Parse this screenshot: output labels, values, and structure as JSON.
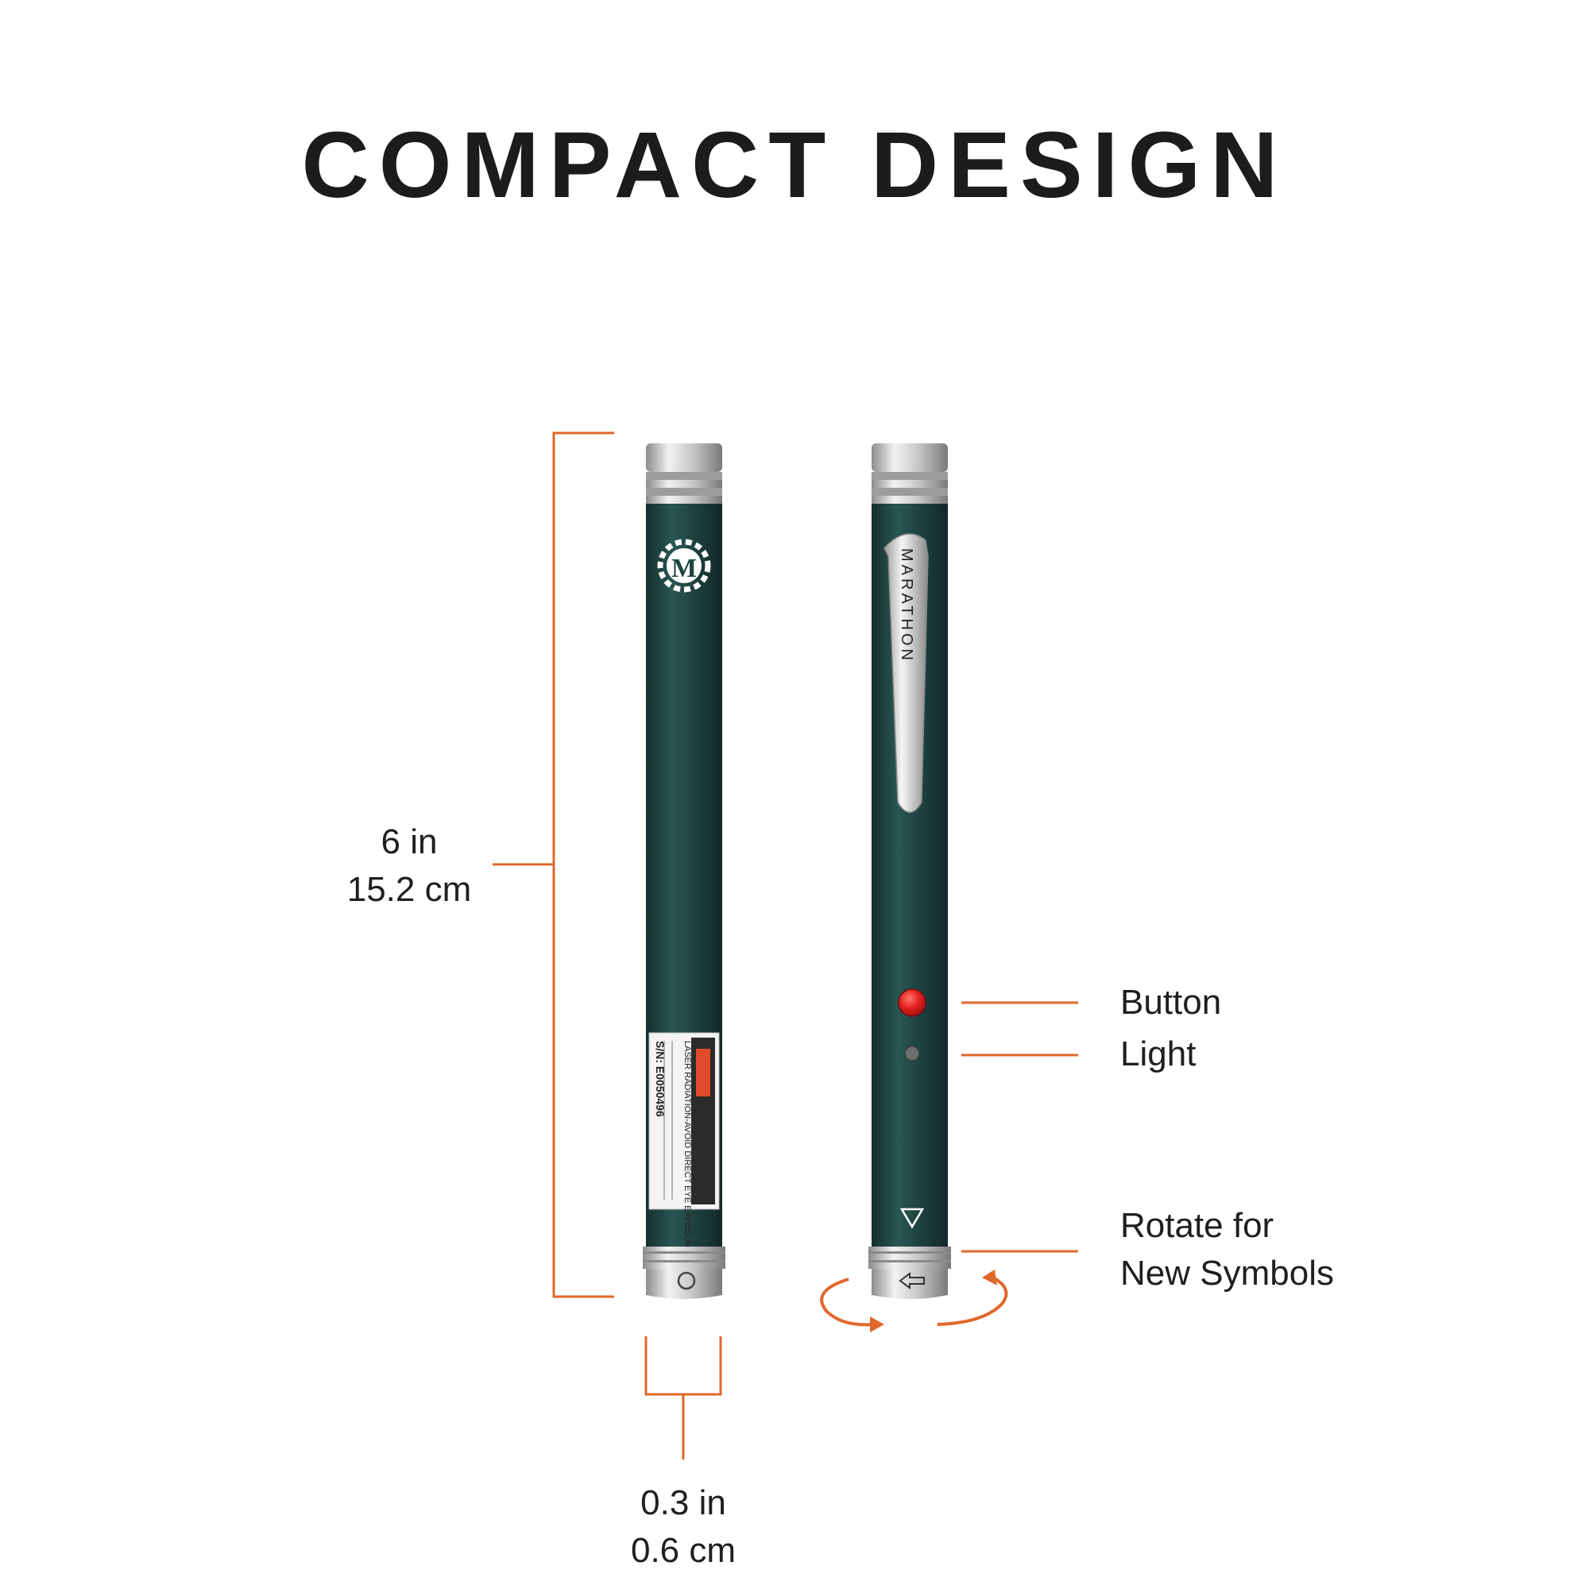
{
  "title": "COMPACT DESIGN",
  "length_dimension": {
    "imperial": "6 in",
    "metric": "15.2 cm"
  },
  "width_dimension": {
    "imperial": "0.3 in",
    "metric": "0.6 cm"
  },
  "callouts": {
    "button": "Button",
    "light": "Light",
    "rotate_line1": "Rotate for",
    "rotate_line2": "New Symbols"
  },
  "pen_clip_brand": "MARATHON",
  "logo_letter": "M",
  "label_serial": "S/N: E0050496",
  "label_warning": "LASER RADIATION-AVOID DIRECT EYE EXPOSURE",
  "colors": {
    "accent": "#e0672a",
    "pen_body": "#1f4442",
    "button_red": "#e52222",
    "metal": "#c8c8c8"
  },
  "icons": [
    "gear-logo-icon",
    "triangle-symbol-icon",
    "arrow-symbol-icon",
    "circle-symbol-icon",
    "rotate-arrows-icon"
  ]
}
